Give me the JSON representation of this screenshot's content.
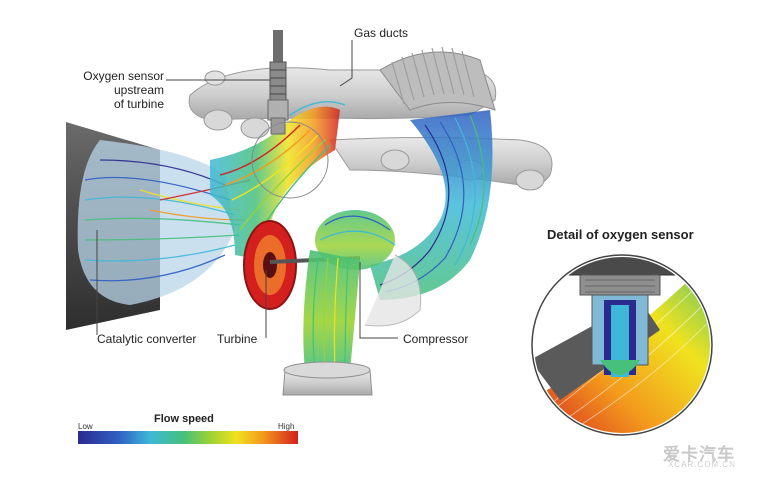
{
  "labels": {
    "gas_ducts": "Gas ducts",
    "oxygen_sensor_line1": "Oxygen sensor",
    "oxygen_sensor_line2": "upstream",
    "oxygen_sensor_line3": "of turbine",
    "catalytic_converter": "Catalytic converter",
    "turbine": "Turbine",
    "compressor": "Compressor",
    "detail_title": "Detail of oxygen sensor"
  },
  "legend": {
    "title": "Flow speed",
    "low": "Low",
    "high": "High"
  },
  "watermark": {
    "text": "爱卡汽车",
    "sub": "XCAR.COM.CN"
  },
  "colors": {
    "slow": "#2b2a8f",
    "medium": "#46c07a",
    "fast": "#d3201f",
    "metal": "#cfcfcf",
    "dark_metal": "#5a5a5a"
  }
}
